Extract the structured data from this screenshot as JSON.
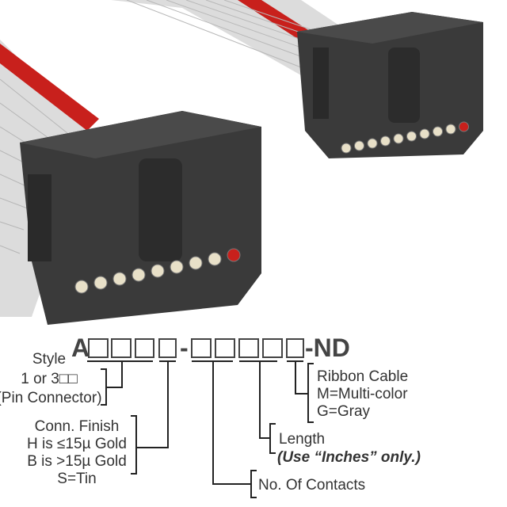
{
  "part_number": {
    "prefix": "A",
    "separator": "-",
    "suffix": "-ND"
  },
  "labels": {
    "style": {
      "title": "Style",
      "line1": "1 or 3□□",
      "line2": "(Pin Connector)"
    },
    "finish": {
      "title": "Conn. Finish",
      "line1": "H is ≤15µ Gold",
      "line2": "B is >15µ Gold",
      "line3": "S=Tin"
    },
    "contacts": {
      "title": "No. Of Contacts"
    },
    "length": {
      "title": "Length",
      "note": "(Use “Inches” only.)"
    },
    "ribbon": {
      "title": "Ribbon Cable",
      "line1": "M=Multi-color",
      "line2": "G=Gray"
    }
  },
  "colors": {
    "connector": "#3a3a3a",
    "cable": "#d8d8d8",
    "stripe": "#c8201c",
    "text": "#333333"
  }
}
